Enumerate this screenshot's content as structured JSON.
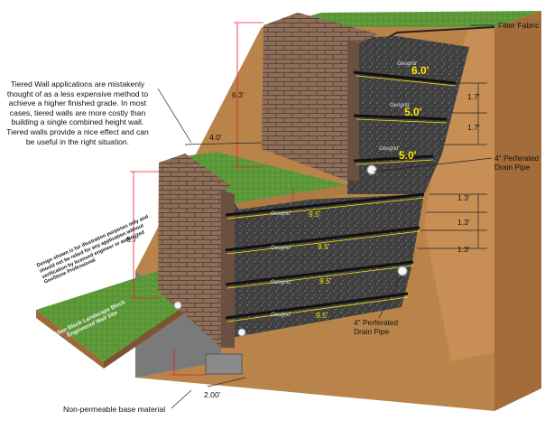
{
  "callouts": {
    "filter_fabric": "Filter Fabric",
    "drain_pipe_upper": "4\" Perferated\nDrain Pipe",
    "drain_pipe_lower": "4\" Perferated\nDrain Pipe",
    "base_material": "Non-permeable base material"
  },
  "note": "Tiered Wall applications are mistakenly thought of as a less expensive method to achieve a higher finished grade.  In most cases, tiered walls are more costly than building a single combined height wall. Tiered walls provide a nice effect and can be useful in the right situation.",
  "disclaimer": "Design shown is for illustration purposes only and should not be relied for any application without verification by licensed engineer or authorized GeoStone Professional",
  "sign": "Allan Block Landscape Block Engineered Wall Site",
  "dimensions": {
    "upper_height": "6.3'",
    "lower_height": "6.7'",
    "setback": "4.0'",
    "base_width": "2.00'",
    "spacing_upper": [
      "1.7'",
      "1.7'"
    ],
    "spacing_lower": [
      "1.3'",
      "1.3'",
      "1.3'"
    ]
  },
  "grid_lengths_upper": [
    "6.0'",
    "5.0'",
    "5.0'"
  ],
  "grid_lengths_lower": [
    "9.5'",
    "9.5'",
    "9.5'",
    "9.5'"
  ],
  "grid_material_label": "Geogrid",
  "colors": {
    "grass": "#5f9a3a",
    "brick": "#8a6a56",
    "gravel": "#444444",
    "soil": "#b07a45",
    "grid_label": "#ffe400",
    "dim_line": "#e0202a"
  }
}
